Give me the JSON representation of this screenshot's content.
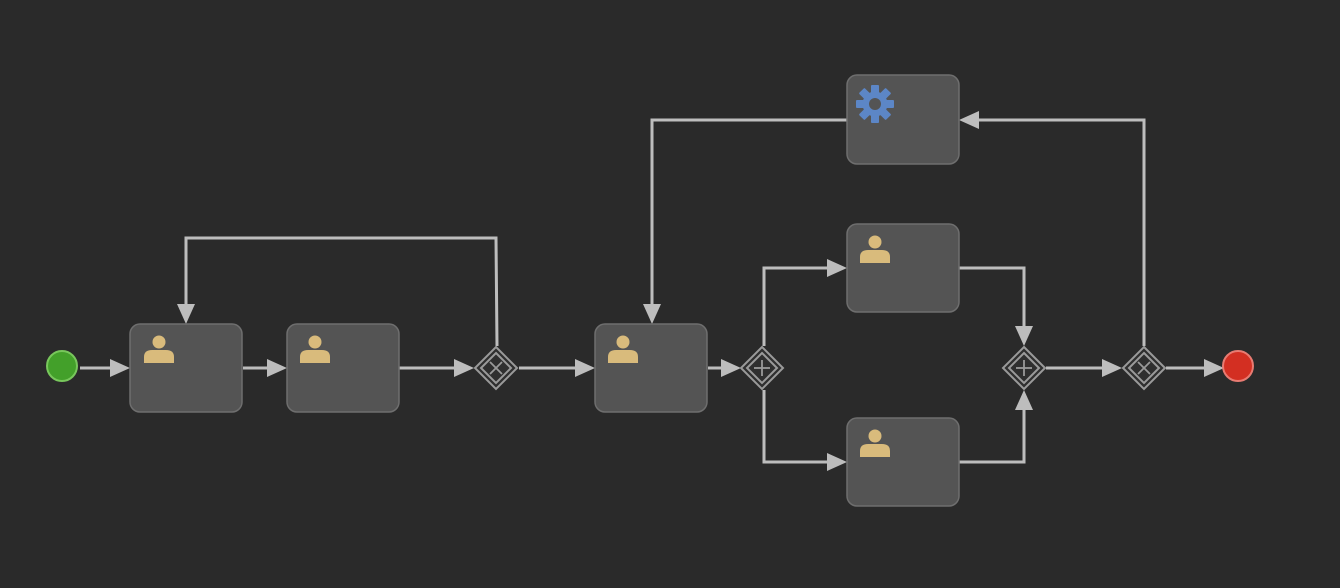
{
  "diagram": {
    "type": "bpmn-process",
    "colors": {
      "background": "#2a2a2a",
      "task_fill": "#545454",
      "task_stroke": "#6e6e6e",
      "flow": "#bdbdbd",
      "gateway_stroke": "#9a9a9a",
      "start_event": "#43a02a",
      "end_event": "#d32f22",
      "user_icon": "#d9bb7c",
      "service_icon": "#5c86c6"
    },
    "nodes": [
      {
        "id": "start",
        "kind": "start-event",
        "icon": "circle-icon"
      },
      {
        "id": "task-1",
        "kind": "user-task",
        "icon": "user-icon"
      },
      {
        "id": "task-2",
        "kind": "user-task",
        "icon": "user-icon"
      },
      {
        "id": "gateway-1",
        "kind": "exclusive-gateway",
        "icon": "x-icon"
      },
      {
        "id": "task-3",
        "kind": "user-task",
        "icon": "user-icon"
      },
      {
        "id": "gateway-2",
        "kind": "parallel-gateway-split",
        "icon": "plus-icon"
      },
      {
        "id": "task-4",
        "kind": "user-task",
        "icon": "user-icon"
      },
      {
        "id": "task-5",
        "kind": "user-task",
        "icon": "user-icon"
      },
      {
        "id": "gateway-3",
        "kind": "parallel-gateway-join",
        "icon": "plus-icon"
      },
      {
        "id": "gateway-4",
        "kind": "exclusive-gateway",
        "icon": "x-icon"
      },
      {
        "id": "service-task",
        "kind": "service-task",
        "icon": "gear-icon"
      },
      {
        "id": "end",
        "kind": "end-event",
        "icon": "circle-icon"
      }
    ],
    "edges": [
      [
        "start",
        "task-1"
      ],
      [
        "task-1",
        "task-2"
      ],
      [
        "task-2",
        "gateway-1"
      ],
      [
        "gateway-1",
        "task-1"
      ],
      [
        "gateway-1",
        "task-3"
      ],
      [
        "task-3",
        "gateway-2"
      ],
      [
        "gateway-2",
        "task-4"
      ],
      [
        "gateway-2",
        "task-5"
      ],
      [
        "task-4",
        "gateway-3"
      ],
      [
        "task-5",
        "gateway-3"
      ],
      [
        "gateway-3",
        "gateway-4"
      ],
      [
        "gateway-4",
        "service-task"
      ],
      [
        "service-task",
        "task-3"
      ],
      [
        "gateway-4",
        "end"
      ]
    ]
  }
}
